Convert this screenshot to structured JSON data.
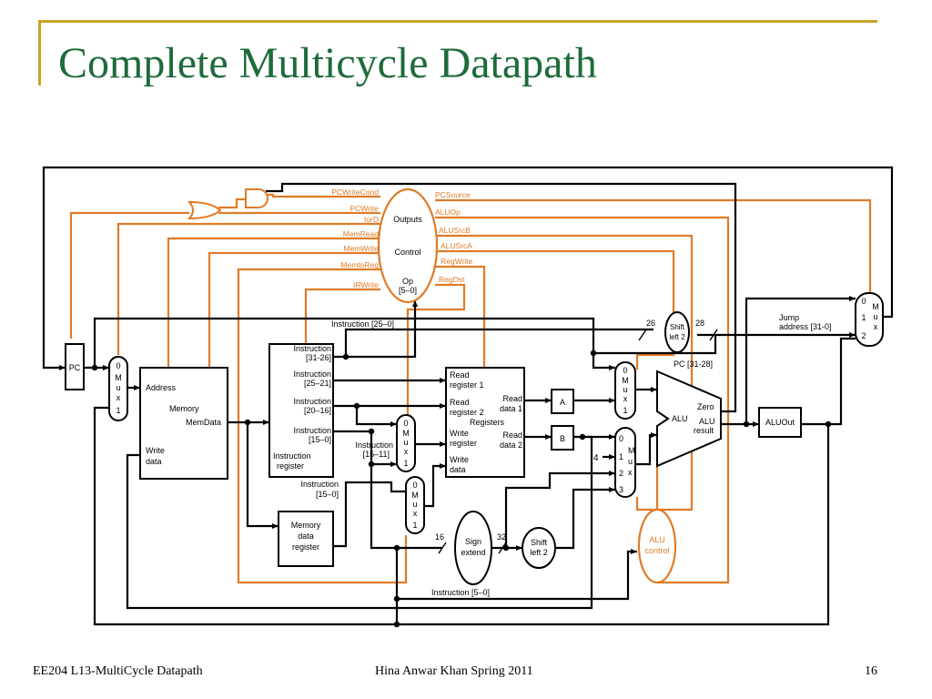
{
  "slide": {
    "title": "Complete Multicycle Datapath",
    "footer_left": "EE204 L13-MultiCycle Datapath",
    "footer_center": "Hina Anwar Khan Spring 2011",
    "page_number": "16"
  },
  "colors": {
    "title": "#1e6b3a",
    "accent_bar": "#c9a227",
    "control": "#e07b27",
    "wire": "#000000"
  },
  "diagram": {
    "pc": "PC",
    "mux_labels": [
      "0",
      "M",
      "u",
      "x",
      "1"
    ],
    "mux4_labels": [
      "0",
      "1",
      "2",
      "3"
    ],
    "mux_word": [
      "M",
      "u",
      "x"
    ],
    "memory": {
      "address": "Address",
      "title": "Memory",
      "memdata": "MemData",
      "write": "Write",
      "data": "data"
    },
    "ir": {
      "l1a": "Instruction",
      "l1b": "[31-26]",
      "l2a": "Instruction",
      "l2b": "[25–21]",
      "l3a": "Instruction",
      "l3b": "[20–16]",
      "l4a": "Instruction",
      "l4b": "[15–0]",
      "l5a": "Instruction",
      "l5b": "register"
    },
    "ir_below_a": "Instruction",
    "ir_below_b": "[15–0]",
    "ir_15_11_a": "Instruction",
    "ir_15_11_b": "[15–11]",
    "instr_25_0": "Instruction [25–0]",
    "instr_5_0": "Instruction [5–0]",
    "mdr": {
      "a": "Memory",
      "b": "data",
      "c": "register"
    },
    "registers": {
      "rr1a": "Read",
      "rr1b": "register 1",
      "rr2a": "Read",
      "rr2b": "register 2",
      "rd1a": "Read",
      "rd1b": "data 1",
      "title": "Registers",
      "wra": "Write",
      "wrb": "register",
      "rd2a": "Read",
      "rd2b": "data 2",
      "wda": "Write",
      "wdb": "data"
    },
    "reg_a": "A",
    "reg_b": "B",
    "four": "4",
    "alu": {
      "label": "ALU",
      "zero": "Zero",
      "res_a": "ALU",
      "res_b": "result"
    },
    "aluout": "ALUOut",
    "sign_extend": {
      "a": "Sign",
      "b": "extend"
    },
    "shift_left_2": {
      "a": "Shift",
      "b": "left 2"
    },
    "alu_control": {
      "a": "ALU",
      "b": "control"
    },
    "bits": {
      "b16": "16",
      "b32": "32",
      "b26": "26",
      "b28": "28"
    },
    "pc_31_28": "PC [31-28]",
    "jump_a": "Jump",
    "jump_b": "address [31-0]",
    "control": {
      "outputs": "Outputs",
      "control": "Control",
      "op": "Op",
      "op_bits": "[5–0]",
      "left_signals": [
        "PCWriteCond",
        "PCWrite",
        "IorD",
        "MemRead",
        "MemWrite",
        "MemtoReg",
        "IRWrite"
      ],
      "right_signals": [
        "PCSource",
        "ALUOp",
        "ALUSrcB",
        "ALUSrcA",
        "RegWrite",
        "RegDst"
      ]
    }
  }
}
